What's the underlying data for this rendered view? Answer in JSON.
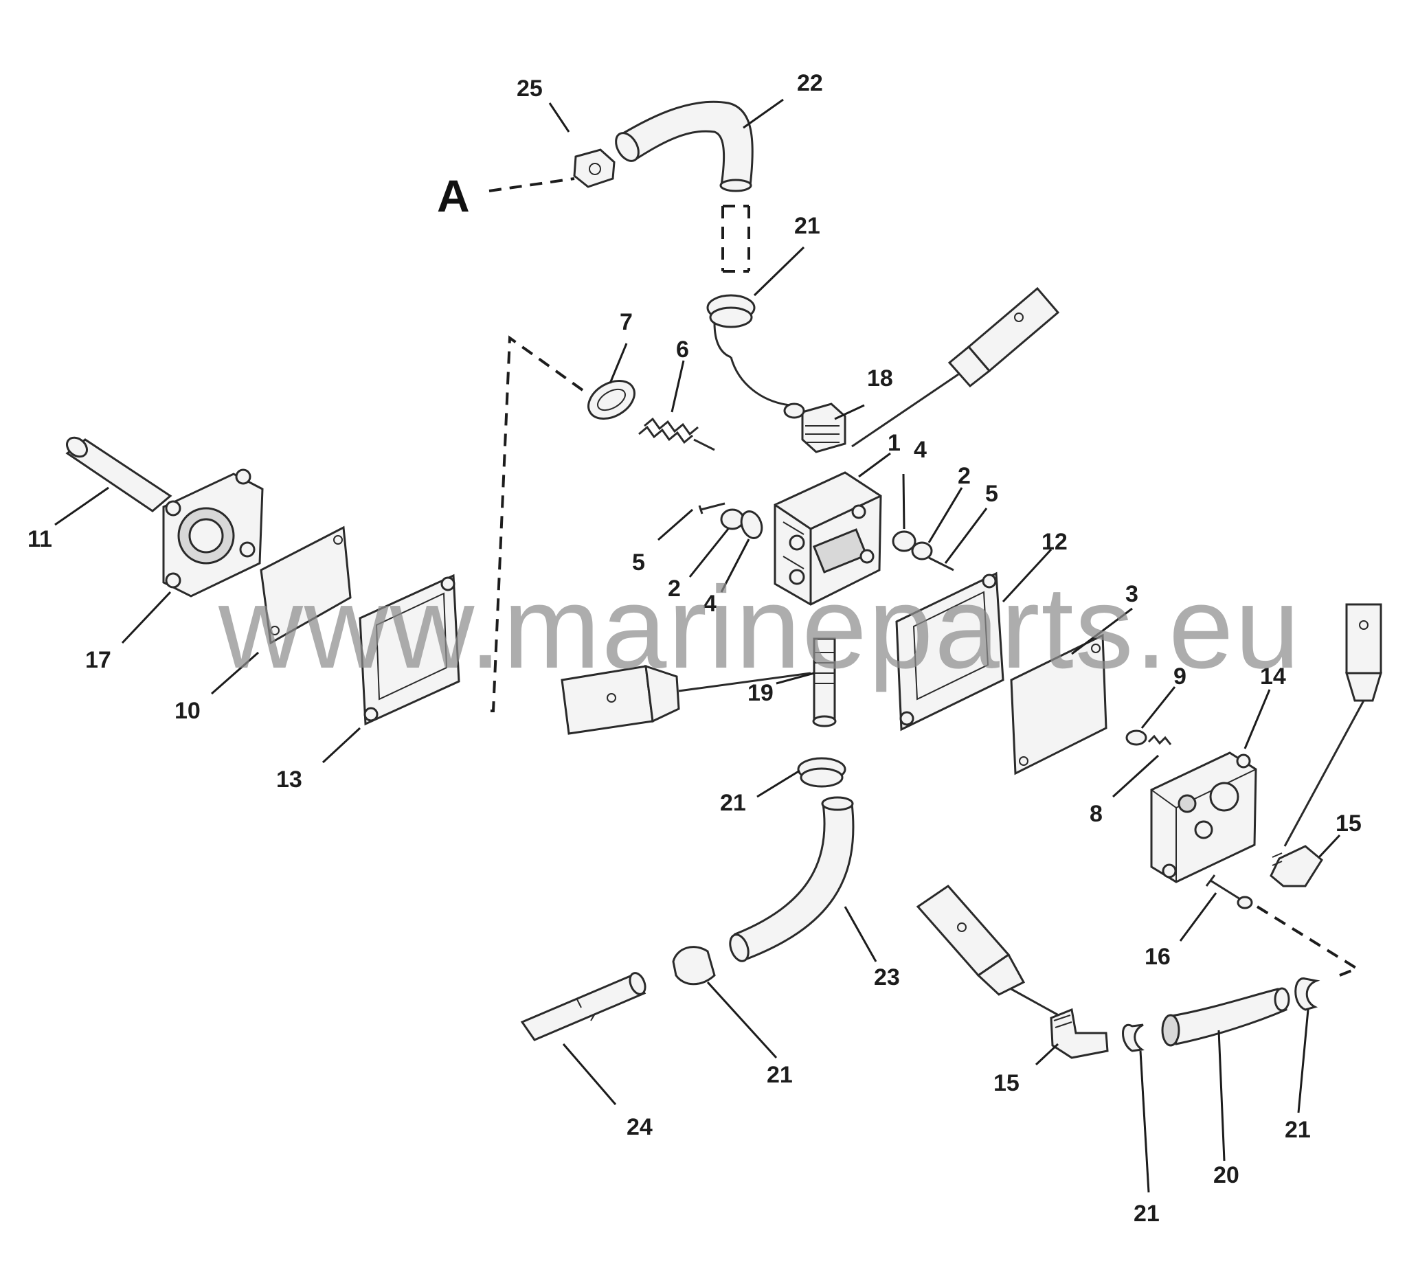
{
  "diagram": {
    "reference_marker": "A",
    "watermark": "www.marineparts.eu",
    "callouts": [
      {
        "id": "c25",
        "label": "25"
      },
      {
        "id": "c22",
        "label": "22"
      },
      {
        "id": "c21a",
        "label": "21"
      },
      {
        "id": "c7",
        "label": "7"
      },
      {
        "id": "c6",
        "label": "6"
      },
      {
        "id": "c18",
        "label": "18"
      },
      {
        "id": "c1",
        "label": "1"
      },
      {
        "id": "c4a",
        "label": "4"
      },
      {
        "id": "c2a",
        "label": "2"
      },
      {
        "id": "c5a",
        "label": "5"
      },
      {
        "id": "c5b",
        "label": "5"
      },
      {
        "id": "c2b",
        "label": "2"
      },
      {
        "id": "c4b",
        "label": "4"
      },
      {
        "id": "c12",
        "label": "12"
      },
      {
        "id": "c3",
        "label": "3"
      },
      {
        "id": "c11",
        "label": "11"
      },
      {
        "id": "c17",
        "label": "17"
      },
      {
        "id": "c10",
        "label": "10"
      },
      {
        "id": "c13",
        "label": "13"
      },
      {
        "id": "c19",
        "label": "19"
      },
      {
        "id": "c9",
        "label": "9"
      },
      {
        "id": "c14",
        "label": "14"
      },
      {
        "id": "c8",
        "label": "8"
      },
      {
        "id": "c15a",
        "label": "15"
      },
      {
        "id": "c16",
        "label": "16"
      },
      {
        "id": "c21b",
        "label": "21"
      },
      {
        "id": "c23",
        "label": "23"
      },
      {
        "id": "c21c",
        "label": "21"
      },
      {
        "id": "c24",
        "label": "24"
      },
      {
        "id": "c15b",
        "label": "15"
      },
      {
        "id": "c21d",
        "label": "21"
      },
      {
        "id": "c20",
        "label": "20"
      },
      {
        "id": "c21e",
        "label": "21"
      }
    ]
  }
}
